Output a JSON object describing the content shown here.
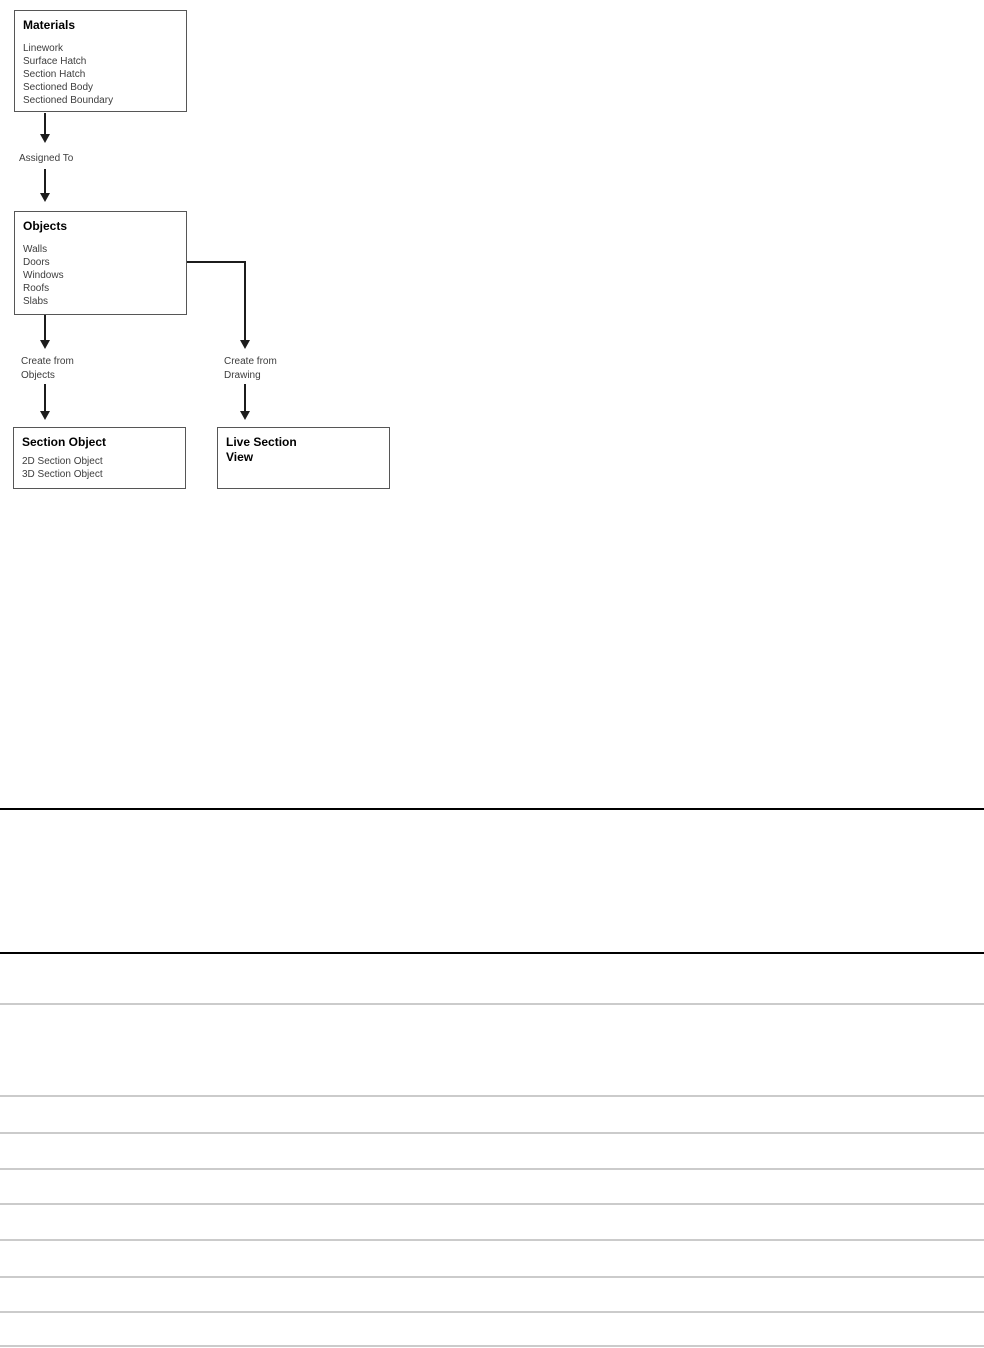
{
  "diagram": {
    "materials": {
      "title": "Materials",
      "items": [
        "Linework",
        "Surface Hatch",
        "Section Hatch",
        "Sectioned Body",
        "Sectioned Boundary"
      ]
    },
    "assigned_to_label": "Assigned To",
    "objects": {
      "title": "Objects",
      "items": [
        "Walls",
        "Doors",
        "Windows",
        "Roofs",
        "Slabs"
      ]
    },
    "create_from_objects": {
      "line1": "Create from",
      "line2": "Objects"
    },
    "create_from_drawing": {
      "line1": "Create from",
      "line2": "Drawing"
    },
    "section_object": {
      "title": "Section Object",
      "items": [
        "2D Section Object",
        "3D Section Object"
      ]
    },
    "live_section_view": {
      "line1": "Live Section",
      "line2": "View"
    }
  },
  "colors": {
    "box_border": "#565656",
    "connector": "#1c1c1c",
    "heavy_rule": "#000000",
    "light_rule": "#cbcbcb",
    "title_text": "#000000",
    "item_text": "#3d3d3d"
  }
}
